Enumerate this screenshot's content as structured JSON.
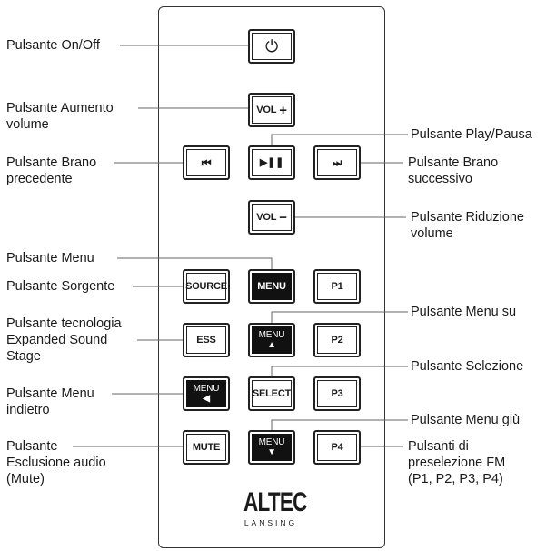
{
  "buttons": {
    "power_symbol": "⏻",
    "vol_plus": "VOL",
    "vol_plus_sym": "+",
    "prev_sym": "⏮",
    "play_sym": "▶❚❚",
    "next_sym": "⏭",
    "vol_minus": "VOL",
    "vol_minus_sym": "−",
    "source": "SOURCE",
    "menu": "MENU",
    "p1": "P1",
    "ess": "ESS",
    "menu_up": "MENU",
    "menu_up_sym": "▲",
    "p2": "P2",
    "menu_back": "MENU",
    "menu_back_sym": "◀",
    "select": "SELECT",
    "p3": "P3",
    "mute": "MUTE",
    "menu_down": "MENU",
    "menu_down_sym": "▼",
    "p4": "P4"
  },
  "logo": {
    "brand": "ALTEC",
    "sub": "LANSING"
  },
  "labels": {
    "on_off": [
      "Pulsante On/Off"
    ],
    "vol_up": [
      "Pulsante Aumento",
      "volume"
    ],
    "play_pause": [
      "Pulsante Play/Pausa"
    ],
    "prev": [
      "Pulsante Brano",
      "precedente"
    ],
    "next": [
      "Pulsante Brano",
      "successivo"
    ],
    "vol_down": [
      "Pulsante Riduzione",
      "volume"
    ],
    "menu": [
      "Pulsante Menu"
    ],
    "source": [
      "Pulsante Sorgente"
    ],
    "ess": [
      "Pulsante tecnologia",
      "Expanded Sound",
      "Stage"
    ],
    "menu_up": [
      "Pulsante Menu su"
    ],
    "select": [
      "Pulsante Selezione"
    ],
    "menu_back": [
      "Pulsante Menu",
      "indietro"
    ],
    "menu_down": [
      "Pulsante Menu giù"
    ],
    "mute": [
      "Pulsante",
      "Esclusione audio",
      "(Mute)"
    ],
    "presets": [
      "Pulsanti di",
      "preselezione FM",
      "(P1, P2, P3, P4)"
    ]
  }
}
